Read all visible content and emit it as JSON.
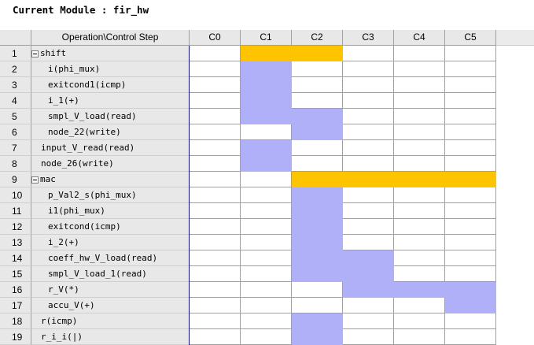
{
  "module_label": "Current Module : fir_hw",
  "columns": {
    "row_header": "",
    "op_header": "Operation\\Control Step",
    "steps": [
      "C0",
      "C1",
      "C2",
      "C3",
      "C4",
      "C5"
    ]
  },
  "rows": [
    {
      "num": "1",
      "label": "shift",
      "indent": 0,
      "expander": true,
      "bar": {
        "start": 1,
        "span": 2,
        "kind": "orange"
      }
    },
    {
      "num": "2",
      "label": "i(phi_mux)",
      "indent": 2,
      "expander": false,
      "bar": {
        "start": 1,
        "span": 1,
        "kind": "blue"
      }
    },
    {
      "num": "3",
      "label": "exitcond1(icmp)",
      "indent": 2,
      "expander": false,
      "bar": {
        "start": 1,
        "span": 1,
        "kind": "blue"
      }
    },
    {
      "num": "4",
      "label": "i_1(+)",
      "indent": 2,
      "expander": false,
      "bar": {
        "start": 1,
        "span": 1,
        "kind": "blue"
      }
    },
    {
      "num": "5",
      "label": "smpl_V_load(read)",
      "indent": 2,
      "expander": false,
      "bar": {
        "start": 1,
        "span": 2,
        "kind": "blue"
      }
    },
    {
      "num": "6",
      "label": "node_22(write)",
      "indent": 2,
      "expander": false,
      "bar": {
        "start": 2,
        "span": 1,
        "kind": "blue"
      }
    },
    {
      "num": "7",
      "label": "input_V_read(read)",
      "indent": 1,
      "expander": false,
      "bar": {
        "start": 1,
        "span": 1,
        "kind": "blue"
      }
    },
    {
      "num": "8",
      "label": "node_26(write)",
      "indent": 1,
      "expander": false,
      "bar": {
        "start": 1,
        "span": 1,
        "kind": "blue"
      }
    },
    {
      "num": "9",
      "label": "mac",
      "indent": 0,
      "expander": true,
      "bar": {
        "start": 2,
        "span": 4,
        "kind": "orange"
      }
    },
    {
      "num": "10",
      "label": "p_Val2_s(phi_mux)",
      "indent": 2,
      "expander": false,
      "bar": {
        "start": 2,
        "span": 1,
        "kind": "blue"
      }
    },
    {
      "num": "11",
      "label": "i1(phi_mux)",
      "indent": 2,
      "expander": false,
      "bar": {
        "start": 2,
        "span": 1,
        "kind": "blue"
      }
    },
    {
      "num": "12",
      "label": "exitcond(icmp)",
      "indent": 2,
      "expander": false,
      "bar": {
        "start": 2,
        "span": 1,
        "kind": "blue"
      }
    },
    {
      "num": "13",
      "label": "i_2(+)",
      "indent": 2,
      "expander": false,
      "bar": {
        "start": 2,
        "span": 1,
        "kind": "blue"
      }
    },
    {
      "num": "14",
      "label": "coeff_hw_V_load(read)",
      "indent": 2,
      "expander": false,
      "bar": {
        "start": 2,
        "span": 2,
        "kind": "blue"
      }
    },
    {
      "num": "15",
      "label": "smpl_V_load_1(read)",
      "indent": 2,
      "expander": false,
      "bar": {
        "start": 2,
        "span": 2,
        "kind": "blue"
      }
    },
    {
      "num": "16",
      "label": "r_V(*)",
      "indent": 2,
      "expander": false,
      "bar": {
        "start": 3,
        "span": 3,
        "kind": "blue"
      }
    },
    {
      "num": "17",
      "label": "accu_V(+)",
      "indent": 2,
      "expander": false,
      "bar": {
        "start": 5,
        "span": 1,
        "kind": "blue"
      }
    },
    {
      "num": "18",
      "label": "r(icmp)",
      "indent": 1,
      "expander": false,
      "bar": {
        "start": 2,
        "span": 1,
        "kind": "blue"
      }
    },
    {
      "num": "19",
      "label": "r_i_i(|)",
      "indent": 1,
      "expander": false,
      "bar": {
        "start": 2,
        "span": 1,
        "kind": "blue"
      }
    }
  ],
  "colors": {
    "loop_bar": "#ffc400",
    "op_bar": "#b0b0f8",
    "gutter": "#e8e8e8",
    "c0_divider": "#0000cc"
  }
}
